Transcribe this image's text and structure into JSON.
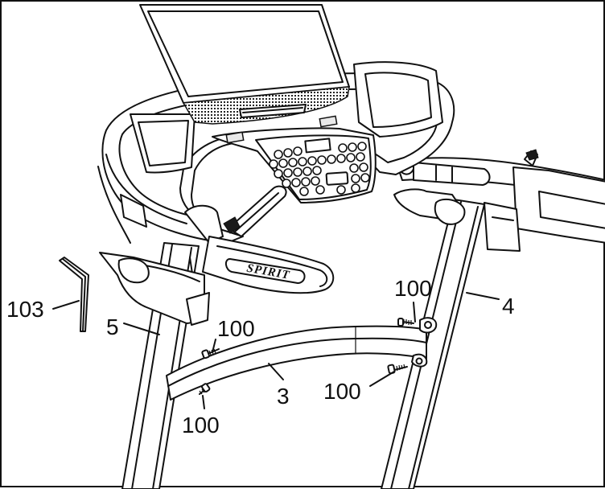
{
  "brand_text": "SPIRIT",
  "callouts": {
    "allen_wrench": "103",
    "left_upright": "5",
    "right_upright": "4",
    "crossbar": "3",
    "bolt_upper_left": "100",
    "bolt_lower_left": "100",
    "bolt_upper_right": "100",
    "bolt_lower_right": "100"
  },
  "colors": {
    "line": "#111111",
    "background": "#ffffff"
  }
}
